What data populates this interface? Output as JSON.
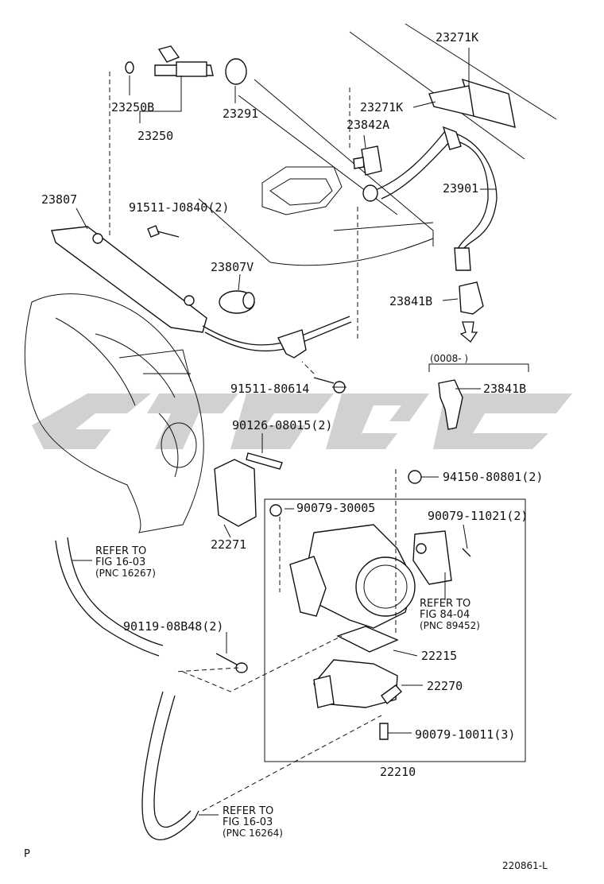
{
  "labels": {
    "p23271K_top": "23271K",
    "p23250B": "23250B",
    "p23250": "23250",
    "p23291": "23291",
    "p23271K": "23271K",
    "p23842A": "23842A",
    "p23807": "23807",
    "p91511_J0840": "91511-J0840(2)",
    "p23901": "23901",
    "p23807V": "23807V",
    "p23841B_a": "23841B",
    "p0008": "(0008-    )",
    "p23841B_b": "23841B",
    "p91511_80614": "91511-80614",
    "p90126_08015": "90126-08015(2)",
    "p94150_80801": "94150-80801(2)",
    "p90079_30005": "90079-30005",
    "p90079_11021": "90079-11021(2)",
    "p22271": "22271",
    "p90119_08B48": "90119-08B48(2)",
    "p22215": "22215",
    "p22270": "22270",
    "p90079_10011": "90079-10011(3)",
    "p22210": "22210"
  },
  "refs": {
    "r1_l1": "REFER TO",
    "r1_l2": "FIG 16-03",
    "r1_l3": "(PNC 16267)",
    "r2_l1": "REFER TO",
    "r2_l2": "FIG 84-04",
    "r2_l3": "(PNC 89452)",
    "r3_l1": "REFER TO",
    "r3_l2": "FIG 16-03",
    "r3_l3": "(PNC 16264)"
  },
  "footer": {
    "corner": "P",
    "code": "220861-L"
  }
}
